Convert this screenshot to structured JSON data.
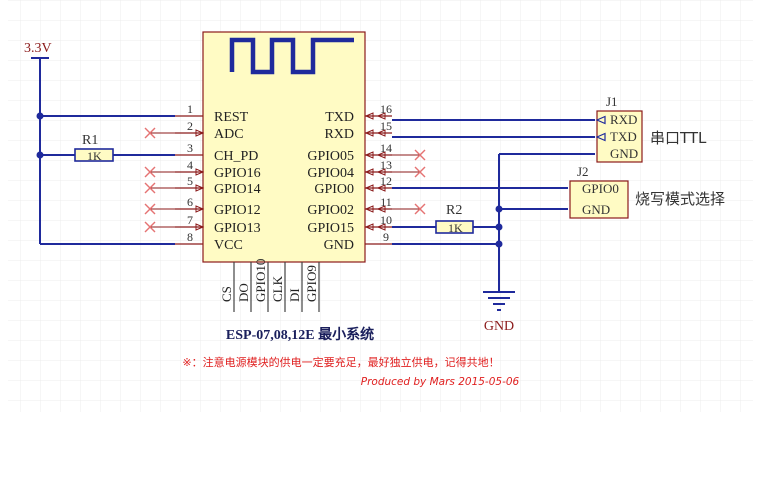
{
  "supply": {
    "label": "3.3V"
  },
  "module": {
    "left_pins": [
      {
        "num": "1",
        "name": "REST"
      },
      {
        "num": "2",
        "name": "ADC"
      },
      {
        "num": "3",
        "name": "CH_PD"
      },
      {
        "num": "4",
        "name": "GPIO16"
      },
      {
        "num": "5",
        "name": "GPIO14"
      },
      {
        "num": "6",
        "name": "GPIO12"
      },
      {
        "num": "7",
        "name": "GPIO13"
      },
      {
        "num": "8",
        "name": "VCC"
      }
    ],
    "right_pins": [
      {
        "num": "16",
        "name": "TXD"
      },
      {
        "num": "15",
        "name": "RXD"
      },
      {
        "num": "14",
        "name": "GPIO05"
      },
      {
        "num": "13",
        "name": "GPIO04"
      },
      {
        "num": "12",
        "name": "GPIO0"
      },
      {
        "num": "11",
        "name": "GPIO02"
      },
      {
        "num": "10",
        "name": "GPIO15"
      },
      {
        "num": "9",
        "name": "GND"
      }
    ],
    "bottom_pins": [
      "CS",
      "DO",
      "GPIO10",
      "CLK",
      "DI",
      "GPIO9"
    ]
  },
  "r1": {
    "ref": "R1",
    "value": "1K"
  },
  "r2": {
    "ref": "R2",
    "value": "1K"
  },
  "j1": {
    "ref": "J1",
    "pins": [
      "RXD",
      "TXD",
      "GND"
    ],
    "caption": "串口TTL"
  },
  "j2": {
    "ref": "J2",
    "pins": [
      "GPIO0",
      "GND"
    ],
    "caption": "烧写模式选择"
  },
  "gnd_label": "GND",
  "title": "ESP-07,08,12E 最小系统",
  "note": "※：注意电源模块的供电一定要充足，最好独立供电，记得共地！",
  "credit": "Produced by Mars  2015-05-06",
  "colors": {
    "wire": "#1f2a9c",
    "outline": "#8b1a1a",
    "body_fill": "#fffbc4",
    "note_red": "#e02020",
    "nc_mark": "#e57373"
  }
}
